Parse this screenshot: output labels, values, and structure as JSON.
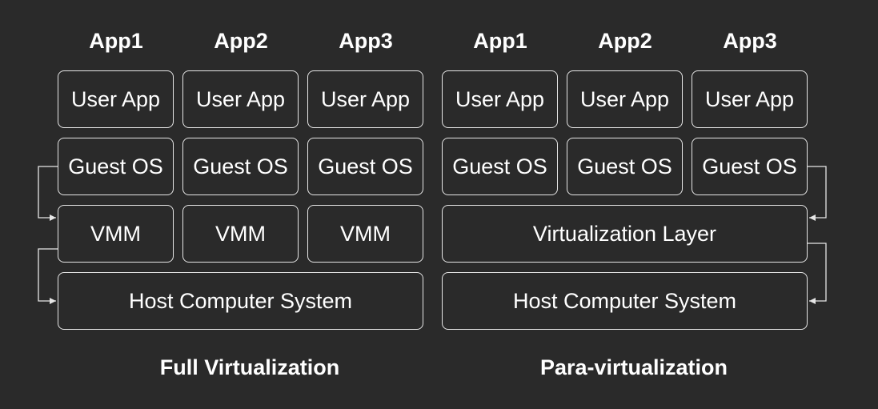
{
  "colors": {
    "background": "#2a2a2a",
    "foreground": "#ffffff",
    "border": "#e6e6e6"
  },
  "full": {
    "caption": "Full Virtualization",
    "apps": [
      {
        "label": "App1",
        "user_app": "User App",
        "guest_os": "Guest OS",
        "vmm": "VMM"
      },
      {
        "label": "App2",
        "user_app": "User App",
        "guest_os": "Guest OS",
        "vmm": "VMM"
      },
      {
        "label": "App3",
        "user_app": "User App",
        "guest_os": "Guest OS",
        "vmm": "VMM"
      }
    ],
    "host": "Host Computer System"
  },
  "para": {
    "caption": "Para-virtualization",
    "apps": [
      {
        "label": "App1",
        "user_app": "User App",
        "guest_os": "Guest OS"
      },
      {
        "label": "App2",
        "user_app": "User App",
        "guest_os": "Guest OS"
      },
      {
        "label": "App3",
        "user_app": "User App",
        "guest_os": "Guest OS"
      }
    ],
    "virtualization_layer": "Virtualization Layer",
    "host": "Host Computer System"
  }
}
